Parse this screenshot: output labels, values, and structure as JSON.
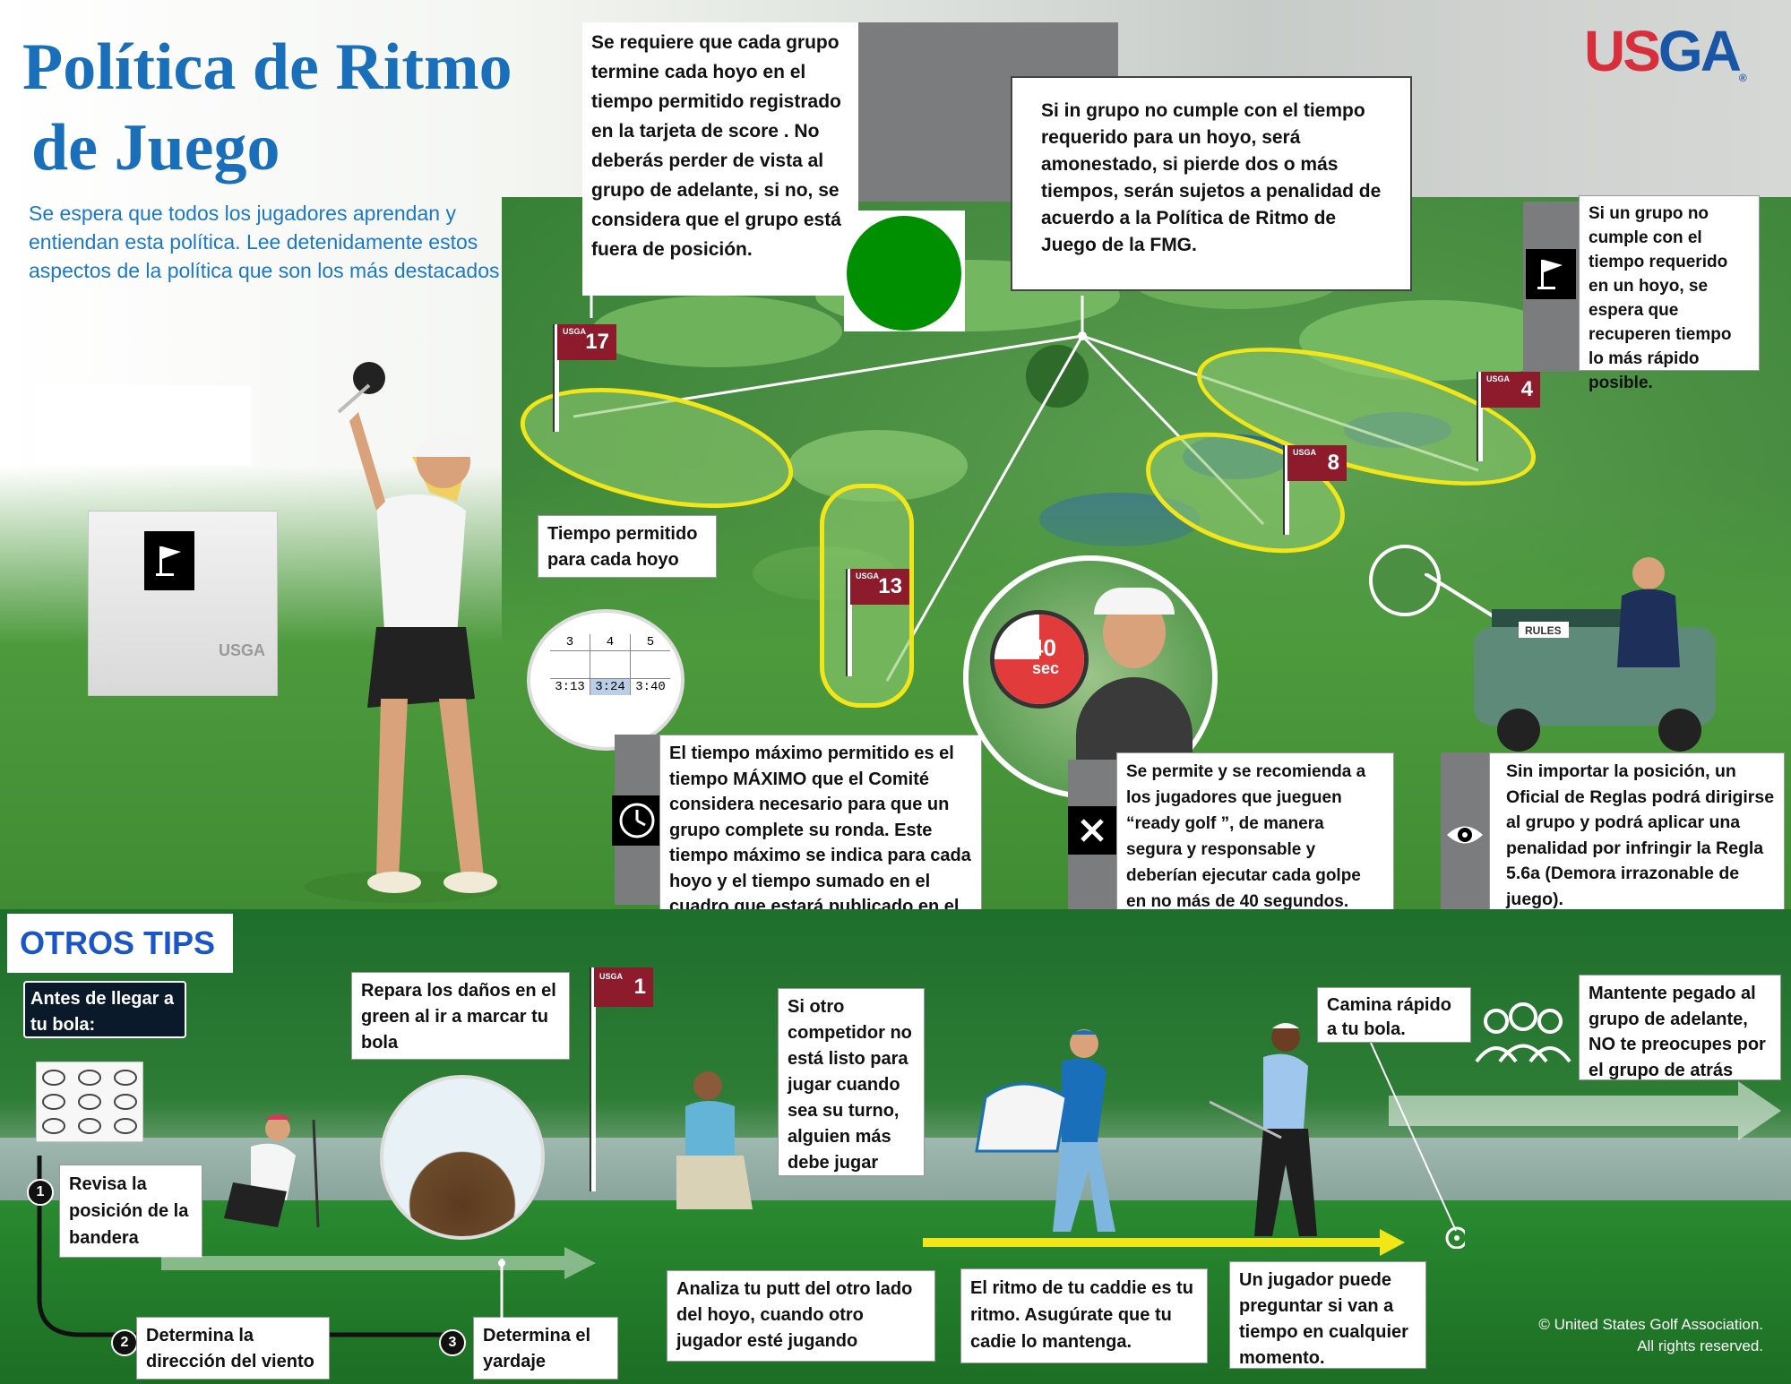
{
  "header": {
    "title_line1": "Política de Ritmo",
    "title_line2": "de Juego",
    "intro": "Se espera que todos los jugadores aprendan y entiendan esta política. Lee detenidamente estos aspectos de la política que son los más destacados"
  },
  "logo": {
    "us": "US",
    "ga": "GA",
    "mark": "®"
  },
  "tee_sign_text": "USGA",
  "callouts": {
    "position": "Se requiere que cada grupo termine cada hoyo en el tiempo permitido registrado en la tarjeta de score  . No deberás perder de vista al grupo de adelante, si no, se considera que el grupo está fuera de posición.",
    "warning": "Si in grupo no cumple con el tiempo requerido para un hoyo, será amonestado, si pierde dos o más tiempos, serán sujetos a penalidad de acuerdo a la Política de Ritmo de Juego de la FMG.",
    "recover": "Si un grupo no cumple con el tiempo requerido en un hoyo, se espera que recuperen tiempo lo más rápido posible.",
    "time_per_hole": "Tiempo permitido para cada hoyo",
    "max_time": "El tiempo máximo permitido es el tiempo MÁXIMO que el Comité considera necesario para que un grupo complete su ronda. Este tiempo máximo se indica para cada hoyo y el tiempo sumado en el cuadro que estará publicado en el tablero de avisos o en la tarjeta de score.",
    "ready_golf": "Se permite y se recomienda a los jugadores que jueguen “ready golf ”, de manera segura y responsable y deberían ejecutar cada golpe en no más de 40 segundos.",
    "official": "Sin importar la posición, un Oficial de Reglas podrá dirigirse al grupo y podrá aplicar una penalidad por infringir la Regla 5.6a (Demora irrazonable de juego)."
  },
  "flags": [
    {
      "label": "USGA",
      "number": "17"
    },
    {
      "label": "USGA",
      "number": "13"
    },
    {
      "label": "USGA",
      "number": "8"
    },
    {
      "label": "USGA",
      "number": "4"
    },
    {
      "label": "USGA",
      "number": "1"
    }
  ],
  "scorecard": {
    "headers": [
      "3",
      "4",
      "5"
    ],
    "values": [
      "3:13",
      "3:24",
      "3:40"
    ]
  },
  "timer": {
    "value": "40",
    "unit": "sec"
  },
  "cart_sign": "RULES",
  "otros_tips": {
    "heading": "OTROS TIPS",
    "before_ball": "Antes de llegar a tu bola:",
    "step1": "Revisa la posición de la bandera",
    "step2": "Determina la dirección del viento",
    "step3": "Determina el yardaje",
    "steps_numbers": [
      "1",
      "2",
      "3"
    ],
    "repair": "Repara los daños en el green al ir a marcar tu bola",
    "other_not_ready": "Si otro competidor no está listo para jugar cuando sea su turno, alguien más debe jugar",
    "analyze_putt": "Analiza tu putt del otro lado del hoyo, cuando otro jugador esté jugando",
    "caddie": "El ritmo de tu caddie es tu ritmo. Asugúrate que tu cadie lo mantenga.",
    "walk_fast": "Camina rápido a tu bola.",
    "ask_time": "Un jugador puede preguntar si van a tiempo en cualquier momento.",
    "keep_up": "Mantente pegado al grupo de adelante, NO te preocupes por el grupo de atrás"
  },
  "copyright": {
    "line1": "© United States Golf Association.",
    "line2": "All rights reserved."
  },
  "icons": [
    "flag-icon",
    "clock-icon",
    "close-icon",
    "eye-icon",
    "group-icon",
    "stopwatch-icon"
  ],
  "colors": {
    "title": "#1a6fba",
    "flag": "#8e1b2c",
    "highlight": "#f2e618",
    "logo_red": "#d72f3c",
    "logo_blue": "#1a56a6"
  }
}
